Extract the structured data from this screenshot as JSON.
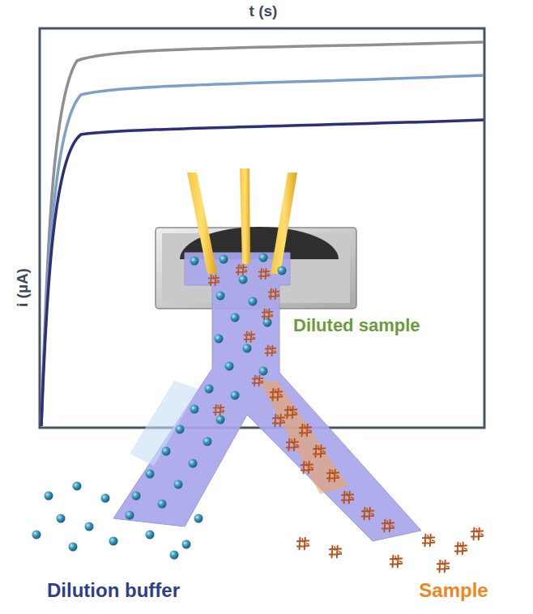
{
  "diagram": {
    "nodes": [
      {
        "text": [
          "Dilution buffer"
        ]
      },
      {
        "text": [
          "Sample"
        ]
      }
    ],
    "labels": [
      "t (s)",
      "i (µA)",
      "Diluted sample"
    ]
  }
}
